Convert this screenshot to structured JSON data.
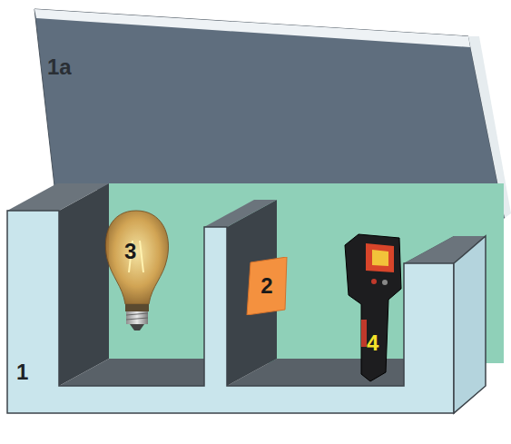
{
  "diagram": {
    "nodes": [
      {
        "text": [
          "2"
        ]
      }
    ],
    "labels": [
      "1a",
      "1",
      "3",
      "4"
    ]
  }
}
